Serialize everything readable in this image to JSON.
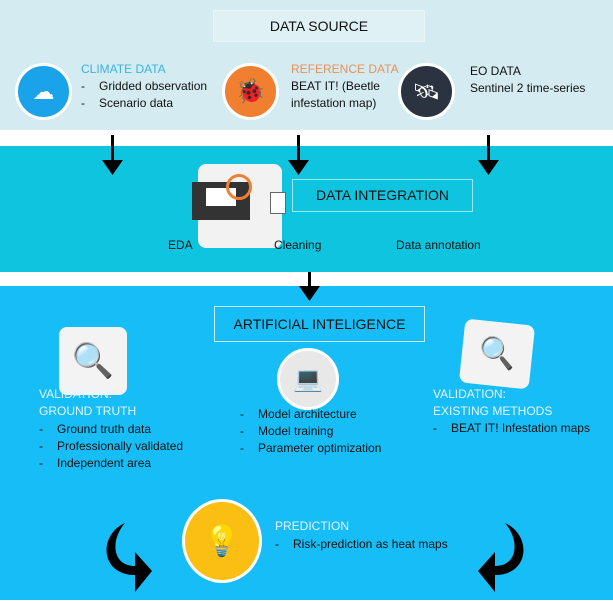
{
  "data_source": {
    "title": "DATA SOURCE",
    "climate": {
      "heading": "CLIMATE DATA",
      "items": [
        "Gridded observation",
        "Scenario data"
      ]
    },
    "reference": {
      "heading": "REFERENCE DATA",
      "lines": [
        "BEAT IT! (Beetle",
        "infestation map)"
      ]
    },
    "eo": {
      "heading": "EO DATA",
      "lines": [
        "Sentinel 2 time-series"
      ]
    }
  },
  "integration": {
    "title": "DATA INTEGRATION",
    "steps": [
      "EDA",
      "Cleaning",
      "Data annotation"
    ]
  },
  "ai": {
    "title": "ARTIFICIAL INTELIGENCE",
    "ground_truth": {
      "heading1": "VALIDATION:",
      "heading2": "GROUND TRUTH",
      "items": [
        "Ground truth data",
        "Professionally validated",
        "Independent area"
      ]
    },
    "model": {
      "items": [
        "Model architecture",
        "Model training",
        "Parameter optimization"
      ]
    },
    "existing": {
      "heading1": "VALIDATION:",
      "heading2": "EXISTING METHODS",
      "items": [
        "BEAT IT! Infestation maps"
      ]
    },
    "prediction": {
      "heading": "PREDICTION",
      "items": [
        "Risk-prediction as heat maps"
      ]
    }
  },
  "colors": {
    "source_bg": "#d4ebf1",
    "integration_bg": "#0fc4de",
    "ai_bg": "#17bdf6",
    "climate": "#1aa3e8",
    "reference": "#f08030",
    "eo": "#2b3340",
    "bulb": "#fbbf14"
  }
}
